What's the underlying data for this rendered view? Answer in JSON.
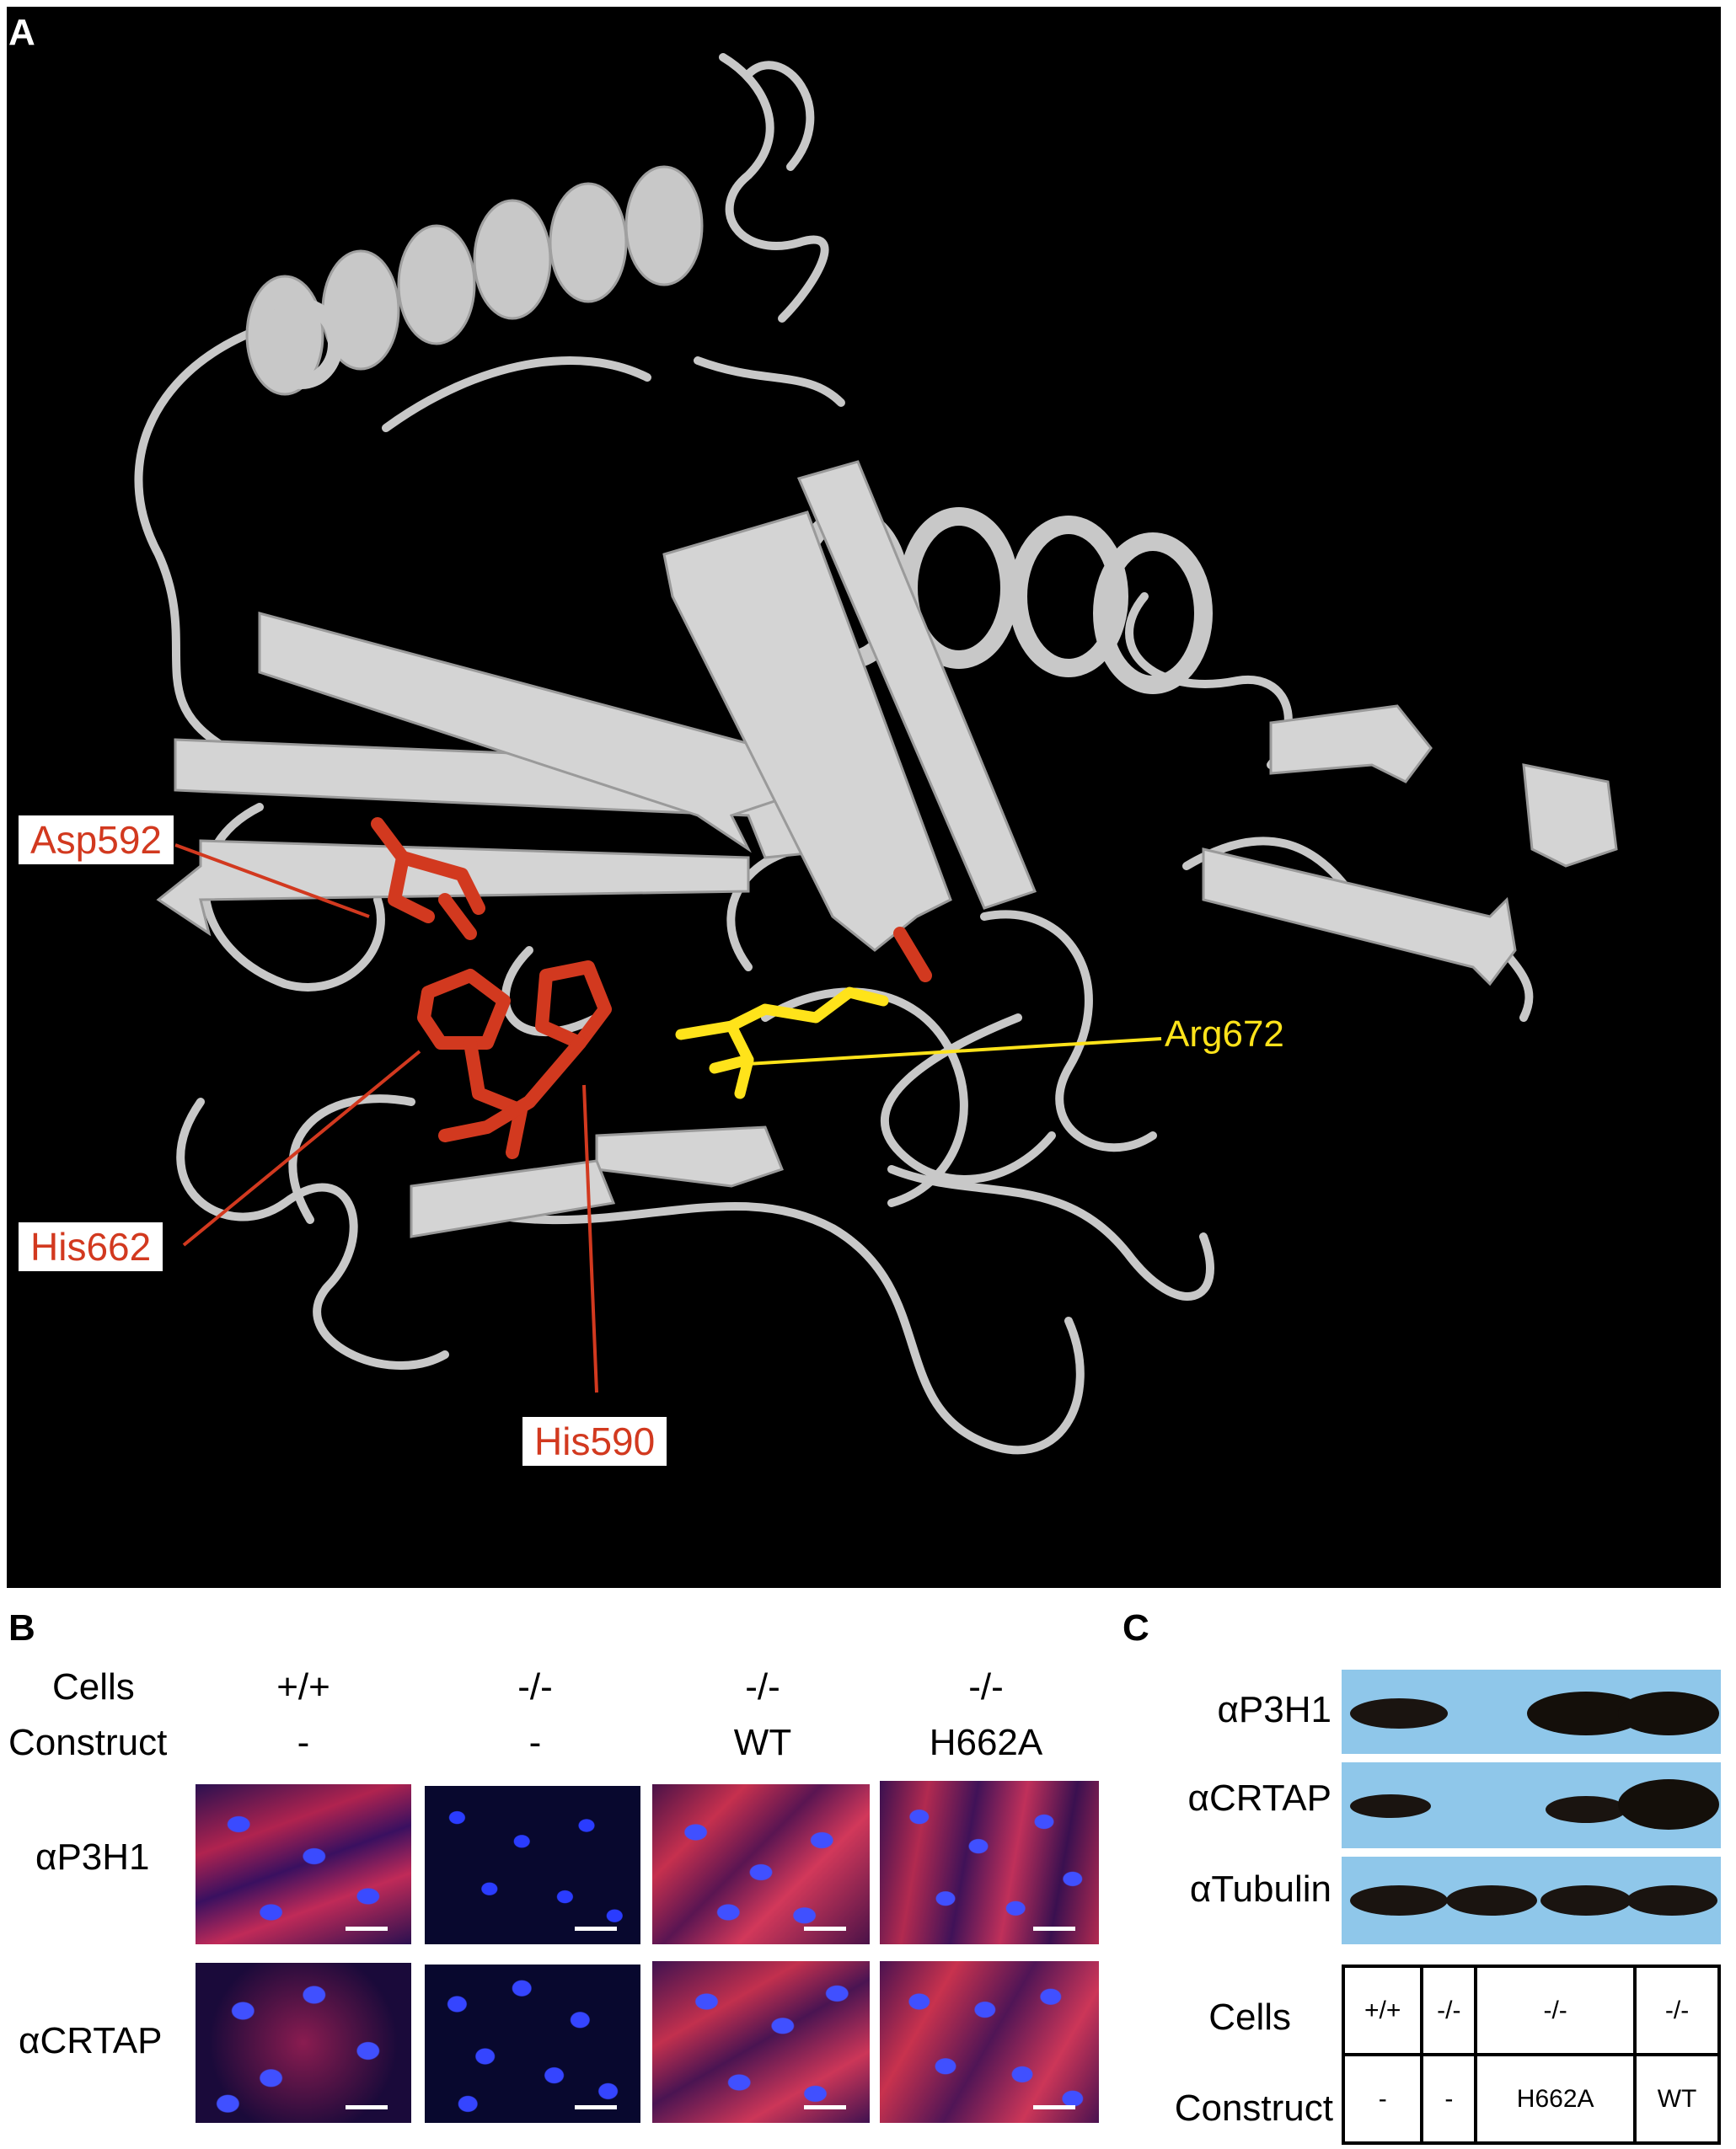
{
  "panelA": {
    "letter": "A",
    "labels": {
      "asp592": "Asp592",
      "his662": "His662",
      "his590": "His590",
      "arg672": "Arg672"
    },
    "colors": {
      "background": "#000000",
      "ribbon": "#c8c8c8",
      "active_site": "#d2391f",
      "arginine": "#ffe31a"
    }
  },
  "panelB": {
    "letter": "B",
    "cells_label": "Cells",
    "construct_label": "Construct",
    "columns": [
      {
        "cells": "+/+",
        "construct": "-"
      },
      {
        "cells": "-/-",
        "construct": "-"
      },
      {
        "cells": "-/-",
        "construct": "WT"
      },
      {
        "cells": "-/-",
        "construct": "H662A"
      }
    ],
    "rows": [
      "αP3H1",
      "αCRTAP"
    ]
  },
  "panelC": {
    "letter": "C",
    "blot_labels": [
      "αP3H1",
      "αCRTAP",
      "αTubulin"
    ],
    "table": {
      "cells_label": "Cells",
      "construct_label": "Construct",
      "cells": [
        "+/+",
        "-/-",
        "-/-",
        "-/-"
      ],
      "constructs": [
        "-",
        "-",
        "H662A",
        "WT"
      ]
    }
  }
}
